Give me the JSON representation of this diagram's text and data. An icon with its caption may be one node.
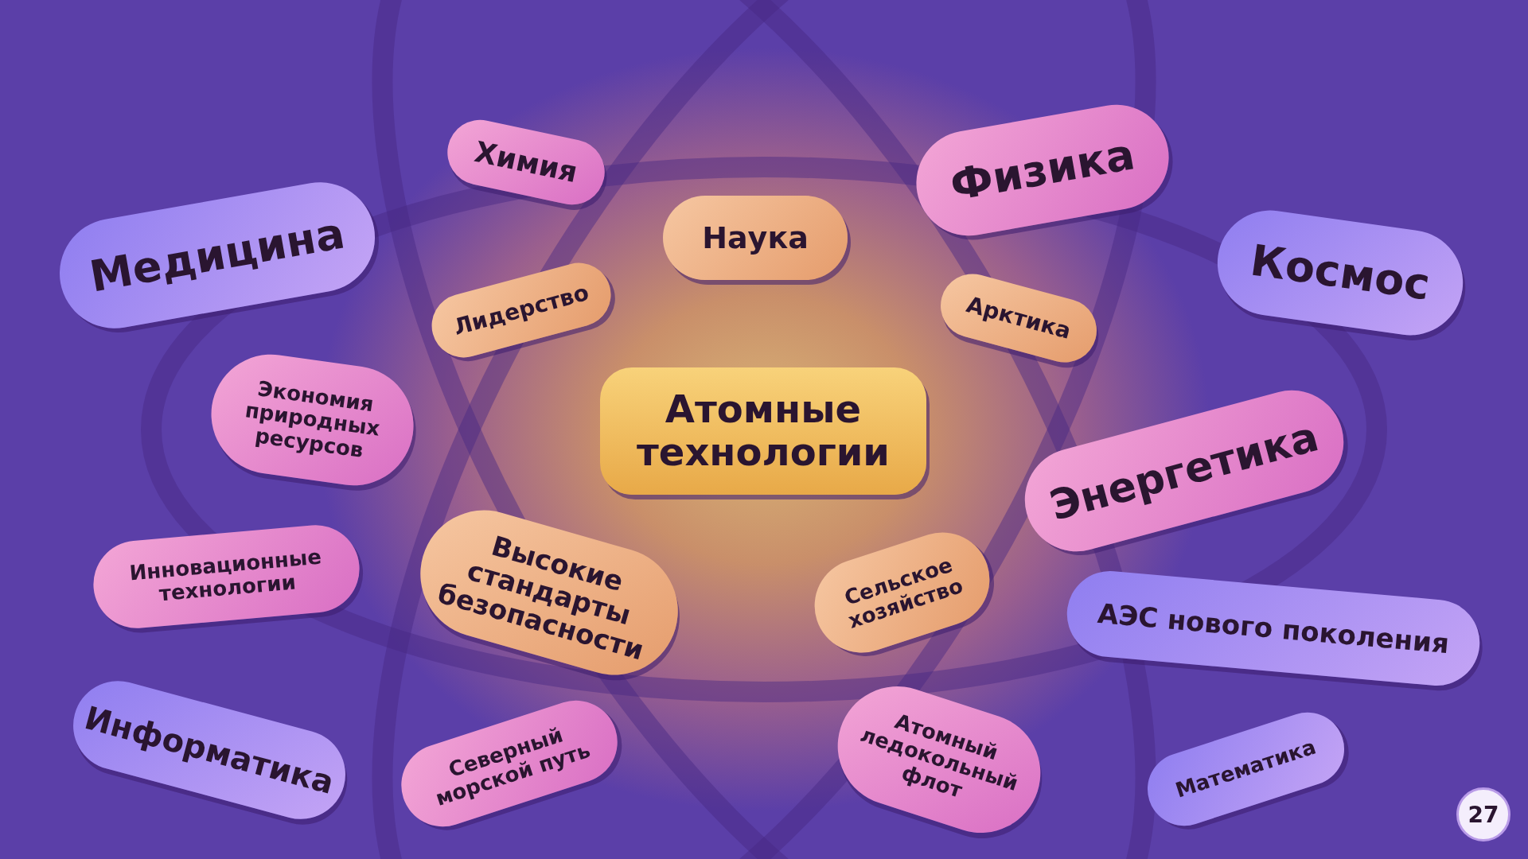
{
  "diagram": {
    "nodes": [
      {
        "text": [
          "Химия"
        ]
      },
      {
        "text": [
          "Физика"
        ]
      },
      {
        "text": [
          "Наука"
        ]
      },
      {
        "text": [
          "Медицина"
        ]
      },
      {
        "text": [
          "Космос"
        ]
      },
      {
        "text": [
          "Лидерство"
        ]
      },
      {
        "text": [
          "Арктика"
        ]
      },
      {
        "text": [
          "Атомные технологии"
        ]
      },
      {
        "text": [
          "Экономия природных ресурсов"
        ]
      },
      {
        "text": [
          "Энергетика"
        ]
      },
      {
        "text": [
          "Инновационные технологии"
        ]
      },
      {
        "text": [
          "Высокие стандарты безопасности"
        ]
      },
      {
        "text": [
          "Сельское хозяйство"
        ]
      },
      {
        "text": [
          "АЭС нового поколения"
        ]
      },
      {
        "text": [
          "Информатика"
        ]
      },
      {
        "text": [
          "Северный морской путь"
        ]
      },
      {
        "text": [
          "Атомный ледокольный флот"
        ]
      },
      {
        "text": [
          "Математика"
        ]
      }
    ],
    "labels": [
      "27"
    ]
  }
}
